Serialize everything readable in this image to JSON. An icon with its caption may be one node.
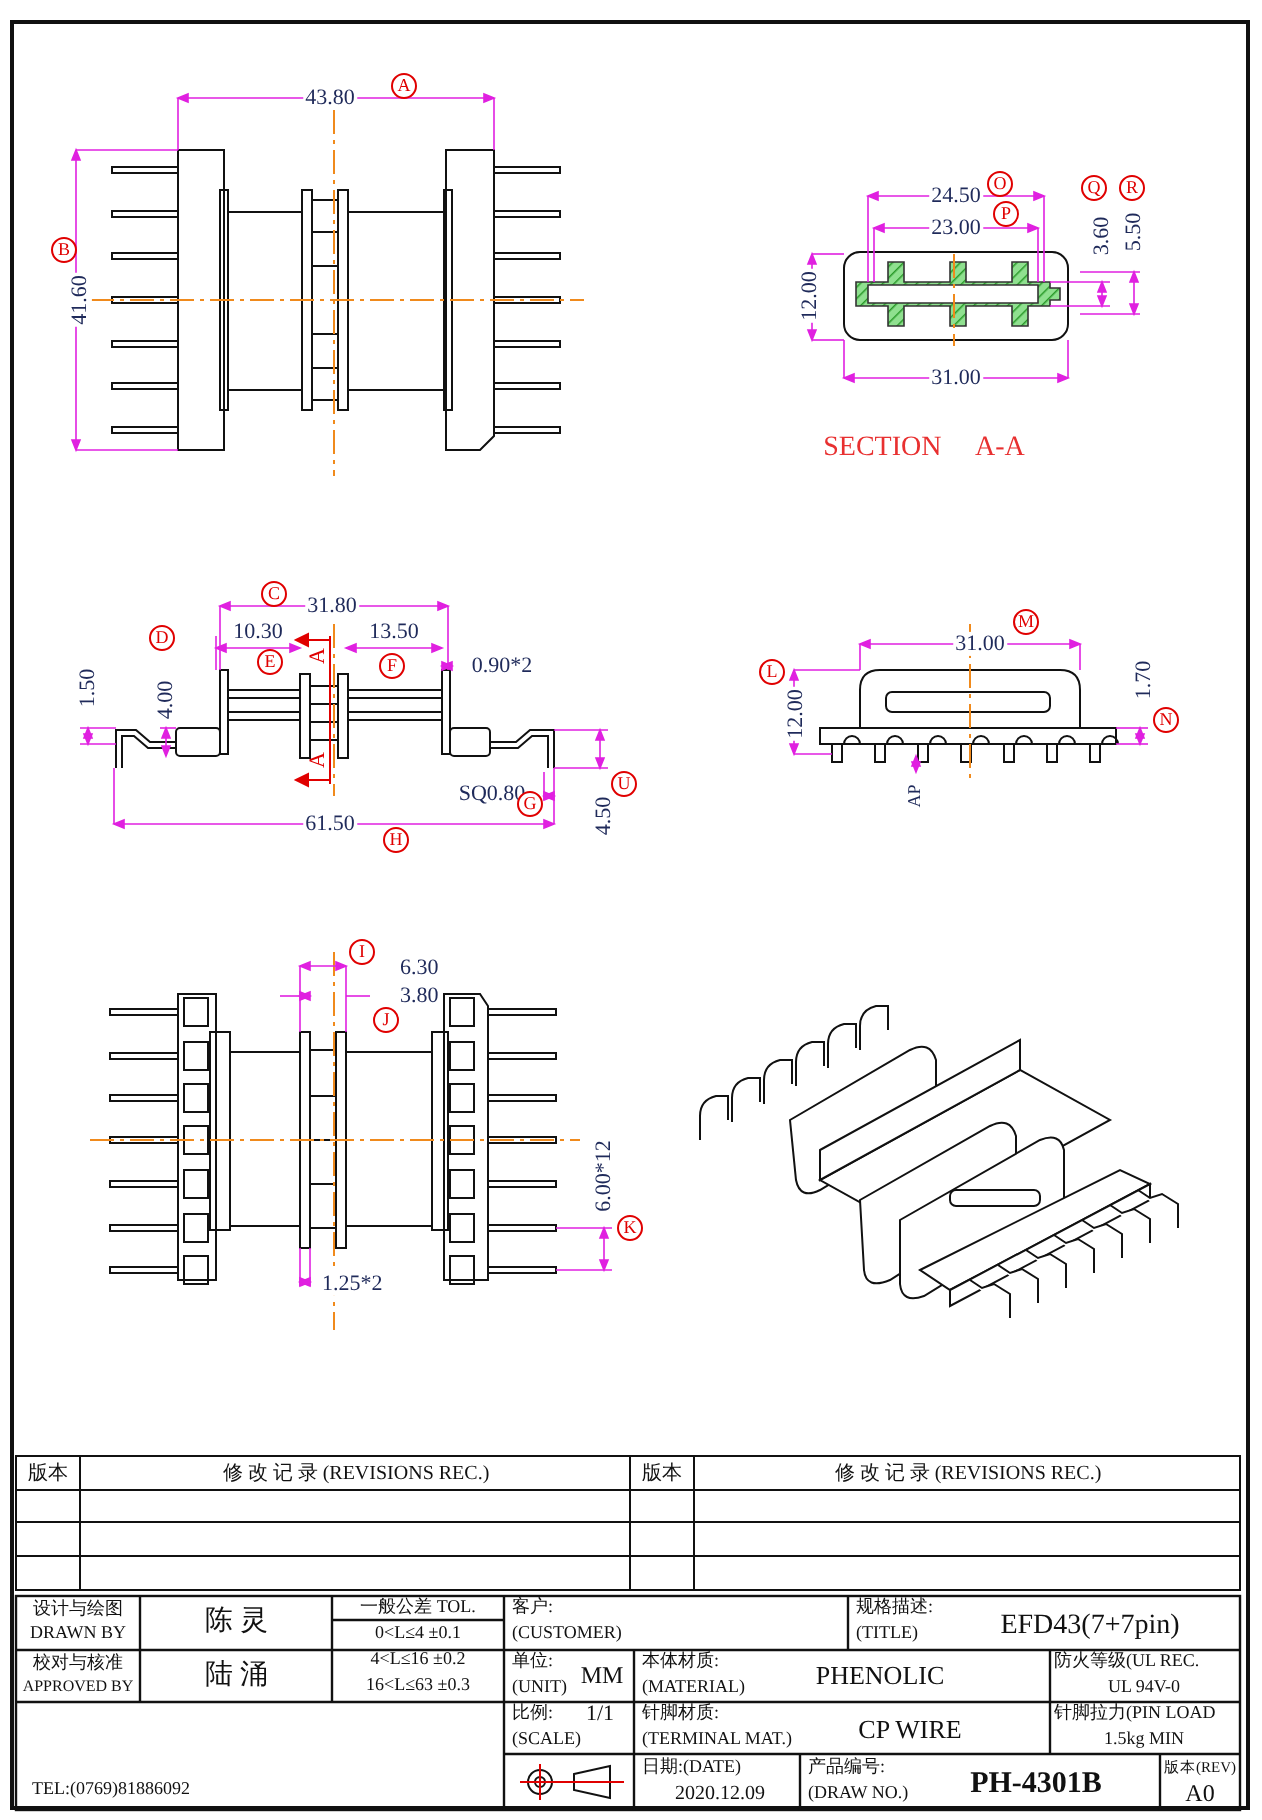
{
  "diagram": {
    "labels": [
      "A",
      "43.80",
      "B",
      "41.60",
      "O",
      "24.50",
      "P",
      "23.00",
      "Q",
      "R",
      "3.60",
      "5.50",
      "12.00",
      "31.00",
      "SECTION A-A",
      "C",
      "31.80",
      "D",
      "10.30",
      "A",
      "13.50",
      "E",
      "F",
      "0.90*2",
      "1.50",
      "4.00",
      "A",
      "SQ0.80",
      "G",
      "U",
      "4.50",
      "61.50",
      "H",
      "M",
      "31.00",
      "L",
      "12.00",
      "1.70",
      "N",
      "AP",
      "I",
      "6.30",
      "3.80",
      "J",
      "6.00*12",
      "K",
      "1.25*2",
      "版本",
      "修 改 记 录 (REVISIONS REC.)",
      "版本",
      "修 改 记 录 (REVISIONS REC.)",
      "设计与绘图",
      "DRAWN BY",
      "陈 灵",
      "一般公差 TOL.",
      "客户:",
      "(CUSTOMER)",
      "规格描述:",
      "(TITLE)",
      "EFD43(7+7pin)",
      "校对与核准",
      "APPROVED BY",
      "陆 涌",
      "0<L≤4 ±0.1",
      "4<L≤16 ±0.2",
      "16<L≤63 ±0.3",
      "单位:",
      "(UNIT)",
      "MM",
      "本体材质:",
      "(MATERIAL)",
      "PHENOLIC",
      "防火等级(UL REC.",
      "UL 94V-0",
      "比例:",
      "1/1",
      "(SCALE)",
      "针脚材质:",
      "(TERMINAL MAT.)",
      "CP WIRE",
      "针脚拉力(PIN LOAD",
      "1.5kg MIN",
      "TEL:(0769)81886092",
      "日期:(DATE)",
      "2020.12.09",
      "产品编号:",
      "(DRAW NO.)",
      "PH-4301B",
      "版本(REV)",
      "A0"
    ]
  }
}
